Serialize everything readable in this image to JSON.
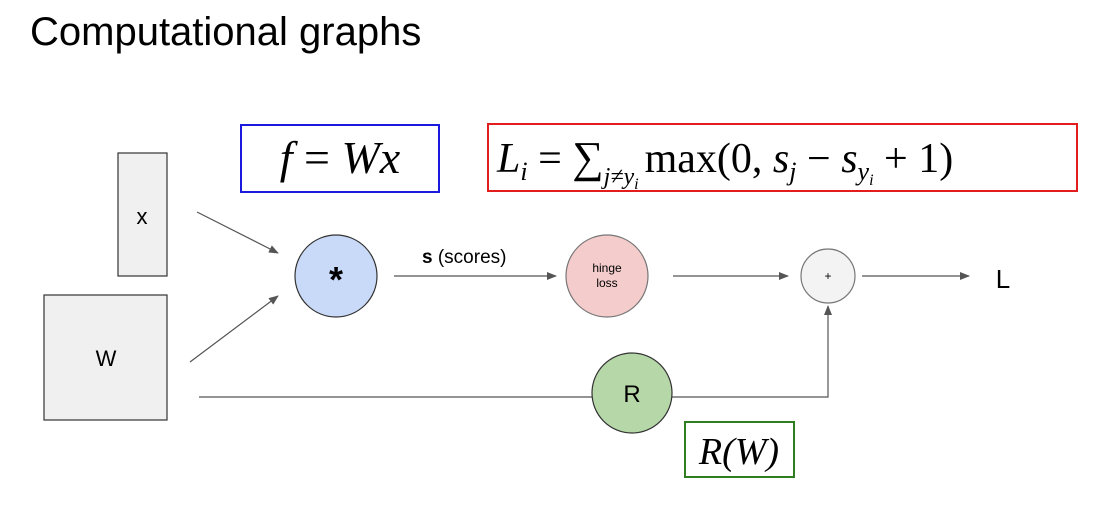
{
  "slide": {
    "title": "Computational graphs"
  },
  "nodes": {
    "x_label": "x",
    "w_label": "W",
    "multiply_label": "*",
    "hinge_line1": "hinge",
    "hinge_line2": "loss",
    "plus_label": "+",
    "reg_label": "R",
    "output_label": "L"
  },
  "edges": {
    "scores_bold": "s",
    "scores_rest": " (scores)"
  },
  "formulas": {
    "f": {
      "lhs": "f",
      "eq": " = ",
      "rhs": "Wx"
    },
    "loss": {
      "L": "L",
      "i": "i",
      "eq": " = ",
      "sum": "∑",
      "sub": "j≠y",
      "subsub": "i",
      "max": "max(0, ",
      "s1": "s",
      "j": "j",
      "minus": " − ",
      "s2": "s",
      "y": "y",
      "yi": "i",
      "tail": " + 1)"
    },
    "reg": {
      "text": "R(W)"
    }
  },
  "colors": {
    "f_box": "#1a1adf",
    "loss_box": "#e31d1d",
    "reg_box": "#2e7d1f",
    "multiply_fill": "#c9daf8",
    "hinge_fill": "#f4cccc",
    "reg_fill": "#b6d7a8",
    "plus_fill": "#f3f3f3",
    "input_fill": "#f0f0f0"
  }
}
